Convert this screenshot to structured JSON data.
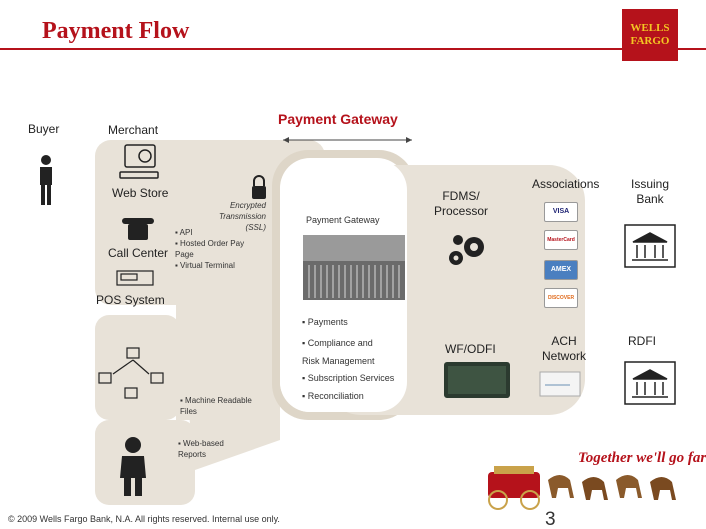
{
  "header": {
    "title": "Payment Flow",
    "logo_text": "WELLS\nFARGO"
  },
  "colors": {
    "brand_red": "#b5121b",
    "panel": "#e8e2d8",
    "panel_dark": "#ded6c8"
  },
  "labels": {
    "buyer": "Buyer",
    "merchant": "Merchant",
    "payment_gateway": "Payment Gateway",
    "web_store": "Web Store",
    "call_center": "Call Center",
    "pos_system": "POS System",
    "encrypted": "Encrypted\nTransmission (SSL)",
    "inner_gateway": "Payment Gateway",
    "fdms_processor": "FDMS/\nProcessor",
    "associations": "Associations",
    "issuing_bank": "Issuing\nBank",
    "wf_odfi": "WF/ODFI",
    "ach_network": "ACH\nNetwork",
    "rdfi": "RDFI"
  },
  "gateway_methods": [
    "▪ API",
    "▪ Hosted Order Pay\n   Page",
    "▪ Virtual Terminal"
  ],
  "services": [
    "▪ Payments",
    "▪ Compliance and\n   Risk Management",
    "▪ Subscription Services",
    "▪ Reconciliation"
  ],
  "other_methods": {
    "machine_readable": "▪ Machine Readable\n   Files",
    "web_reports": "▪ Web-based\n   Reports"
  },
  "cards": [
    "VISA",
    "MasterCard",
    "AMEX",
    "DISCOVER"
  ],
  "footer": {
    "copyright": "© 2009 Wells Fargo Bank, N.A. All rights reserved.  Internal use only.",
    "page_number": "3",
    "tagline": "Together we'll go far"
  }
}
